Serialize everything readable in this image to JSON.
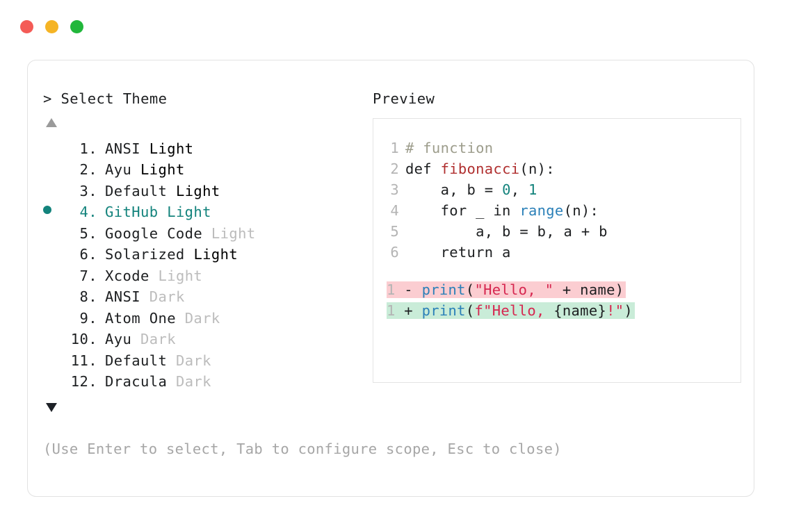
{
  "window": {
    "traffic_lights": [
      {
        "name": "close",
        "color": "#f45b56"
      },
      {
        "name": "minimize",
        "color": "#f5b425"
      },
      {
        "name": "maximize",
        "color": "#21b73b"
      }
    ]
  },
  "prompt": {
    "marker": ">",
    "title": "Select Theme",
    "scroll_up": "▲",
    "scroll_down": "▼",
    "hint": "(Use Enter to select, Tab to configure scope, Esc to close)"
  },
  "themes": [
    {
      "number": "1.",
      "name": "ANSI",
      "variant": "Light",
      "variant_dim": false,
      "selected": false
    },
    {
      "number": "2.",
      "name": "Ayu",
      "variant": "Light",
      "variant_dim": false,
      "selected": false
    },
    {
      "number": "3.",
      "name": "Default",
      "variant": "Light",
      "variant_dim": false,
      "selected": false
    },
    {
      "number": "4.",
      "name": "GitHub",
      "variant": "Light",
      "variant_dim": false,
      "selected": true
    },
    {
      "number": "5.",
      "name": "Google Code",
      "variant": "Light",
      "variant_dim": true,
      "selected": false
    },
    {
      "number": "6.",
      "name": "Solarized",
      "variant": "Light",
      "variant_dim": false,
      "selected": false
    },
    {
      "number": "7.",
      "name": "Xcode",
      "variant": "Light",
      "variant_dim": true,
      "selected": false
    },
    {
      "number": "8.",
      "name": "ANSI",
      "variant": "Dark",
      "variant_dim": true,
      "selected": false
    },
    {
      "number": "9.",
      "name": "Atom One",
      "variant": "Dark",
      "variant_dim": true,
      "selected": false
    },
    {
      "number": "10.",
      "name": "Ayu",
      "variant": "Dark",
      "variant_dim": true,
      "selected": false
    },
    {
      "number": "11.",
      "name": "Default",
      "variant": "Dark",
      "variant_dim": true,
      "selected": false
    },
    {
      "number": "12.",
      "name": "Dracula",
      "variant": "Dark",
      "variant_dim": true,
      "selected": false
    }
  ],
  "preview": {
    "title": "Preview",
    "code_lines": [
      {
        "gutter": "1",
        "tokens": [
          {
            "t": "# function",
            "c": "comment"
          }
        ]
      },
      {
        "gutter": "2",
        "tokens": [
          {
            "t": "def ",
            "c": "plain"
          },
          {
            "t": "fibonacci",
            "c": "func"
          },
          {
            "t": "(n):",
            "c": "plain"
          }
        ]
      },
      {
        "gutter": "3",
        "tokens": [
          {
            "t": "    a, b = ",
            "c": "plain"
          },
          {
            "t": "0",
            "c": "number"
          },
          {
            "t": ", ",
            "c": "plain"
          },
          {
            "t": "1",
            "c": "number"
          }
        ]
      },
      {
        "gutter": "4",
        "tokens": [
          {
            "t": "    for _ in ",
            "c": "plain"
          },
          {
            "t": "range",
            "c": "builtin"
          },
          {
            "t": "(n):",
            "c": "plain"
          }
        ]
      },
      {
        "gutter": "5",
        "tokens": [
          {
            "t": "        a, b = b, a + b",
            "c": "plain"
          }
        ]
      },
      {
        "gutter": "6",
        "tokens": [
          {
            "t": "    return a",
            "c": "plain"
          }
        ]
      }
    ],
    "diff_lines": [
      {
        "gutter": "1",
        "sign": "-",
        "kind": "del",
        "tokens": [
          {
            "t": "print",
            "c": "builtin"
          },
          {
            "t": "(",
            "c": "plain"
          },
          {
            "t": "\"Hello, \"",
            "c": "string"
          },
          {
            "t": " + name)",
            "c": "plain"
          }
        ]
      },
      {
        "gutter": "1",
        "sign": "+",
        "kind": "add",
        "tokens": [
          {
            "t": "print",
            "c": "builtin"
          },
          {
            "t": "(",
            "c": "plain"
          },
          {
            "t": "f\"Hello, ",
            "c": "string"
          },
          {
            "t": "{name}",
            "c": "plain"
          },
          {
            "t": "!\"",
            "c": "string"
          },
          {
            "t": ")",
            "c": "plain"
          }
        ]
      }
    ]
  },
  "colors": {
    "accent_teal": "#13837c",
    "diff_del_bg": "#fbcdd1",
    "diff_add_bg": "#c9ecd8",
    "text": "#1d1f21",
    "muted": "#a6a6a6"
  }
}
